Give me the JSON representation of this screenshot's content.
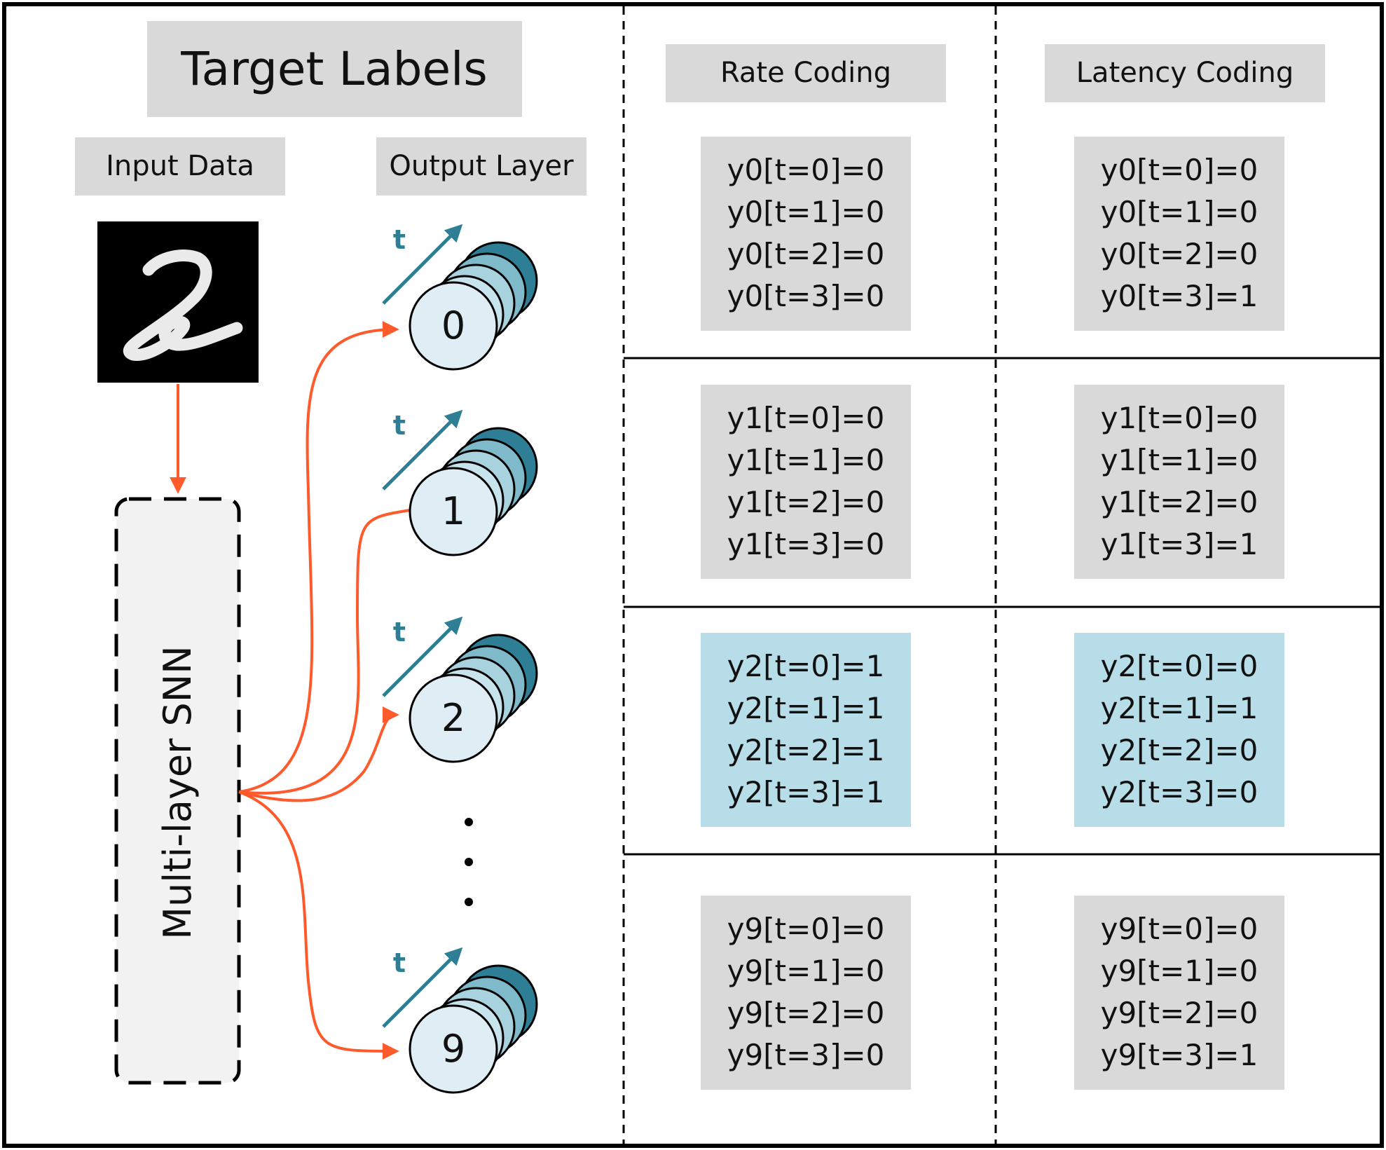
{
  "title": "Target Labels",
  "input_label": "Input Data",
  "output_label": "Output Layer",
  "network_label": "Multi-layer SNN",
  "time_label": "t",
  "columns": [
    "Rate Coding",
    "Latency Coding"
  ],
  "neurons": [
    "0",
    "1",
    "2",
    "9"
  ],
  "ellipsis": "⋮",
  "digit_image": "handwritten-digit-2",
  "rows": [
    {
      "neuron": "0",
      "highlight": false,
      "rate": [
        "y0[t=0]=0",
        "y0[t=1]=0",
        "y0[t=2]=0",
        "y0[t=3]=0"
      ],
      "latency": [
        "y0[t=0]=0",
        "y0[t=1]=0",
        "y0[t=2]=0",
        "y0[t=3]=1"
      ]
    },
    {
      "neuron": "1",
      "highlight": false,
      "rate": [
        "y1[t=0]=0",
        "y1[t=1]=0",
        "y1[t=2]=0",
        "y1[t=3]=0"
      ],
      "latency": [
        "y1[t=0]=0",
        "y1[t=1]=0",
        "y1[t=2]=0",
        "y1[t=3]=1"
      ]
    },
    {
      "neuron": "2",
      "highlight": true,
      "rate": [
        "y2[t=0]=1",
        "y2[t=1]=1",
        "y2[t=2]=1",
        "y2[t=3]=1"
      ],
      "latency": [
        "y2[t=0]=0",
        "y2[t=1]=1",
        "y2[t=2]=0",
        "y2[t=3]=0"
      ]
    },
    {
      "neuron": "9",
      "highlight": false,
      "rate": [
        "y9[t=0]=0",
        "y9[t=1]=0",
        "y9[t=2]=0",
        "y9[t=3]=0"
      ],
      "latency": [
        "y9[t=0]=0",
        "y9[t=1]=0",
        "y9[t=2]=0",
        "y9[t=3]=1"
      ]
    }
  ],
  "colors": {
    "label_fill": "#d9d9d9",
    "highlight_fill": "#b7dde8",
    "arrow": "#ff5a2c",
    "time_arrow": "#2e7f95",
    "neuron_fill": "#deeef4",
    "neuron_layers": [
      "#2e7f95",
      "#7fbacb",
      "#a9d2df",
      "#c7e3ec"
    ],
    "snn_fill": "#f2f2f2"
  }
}
